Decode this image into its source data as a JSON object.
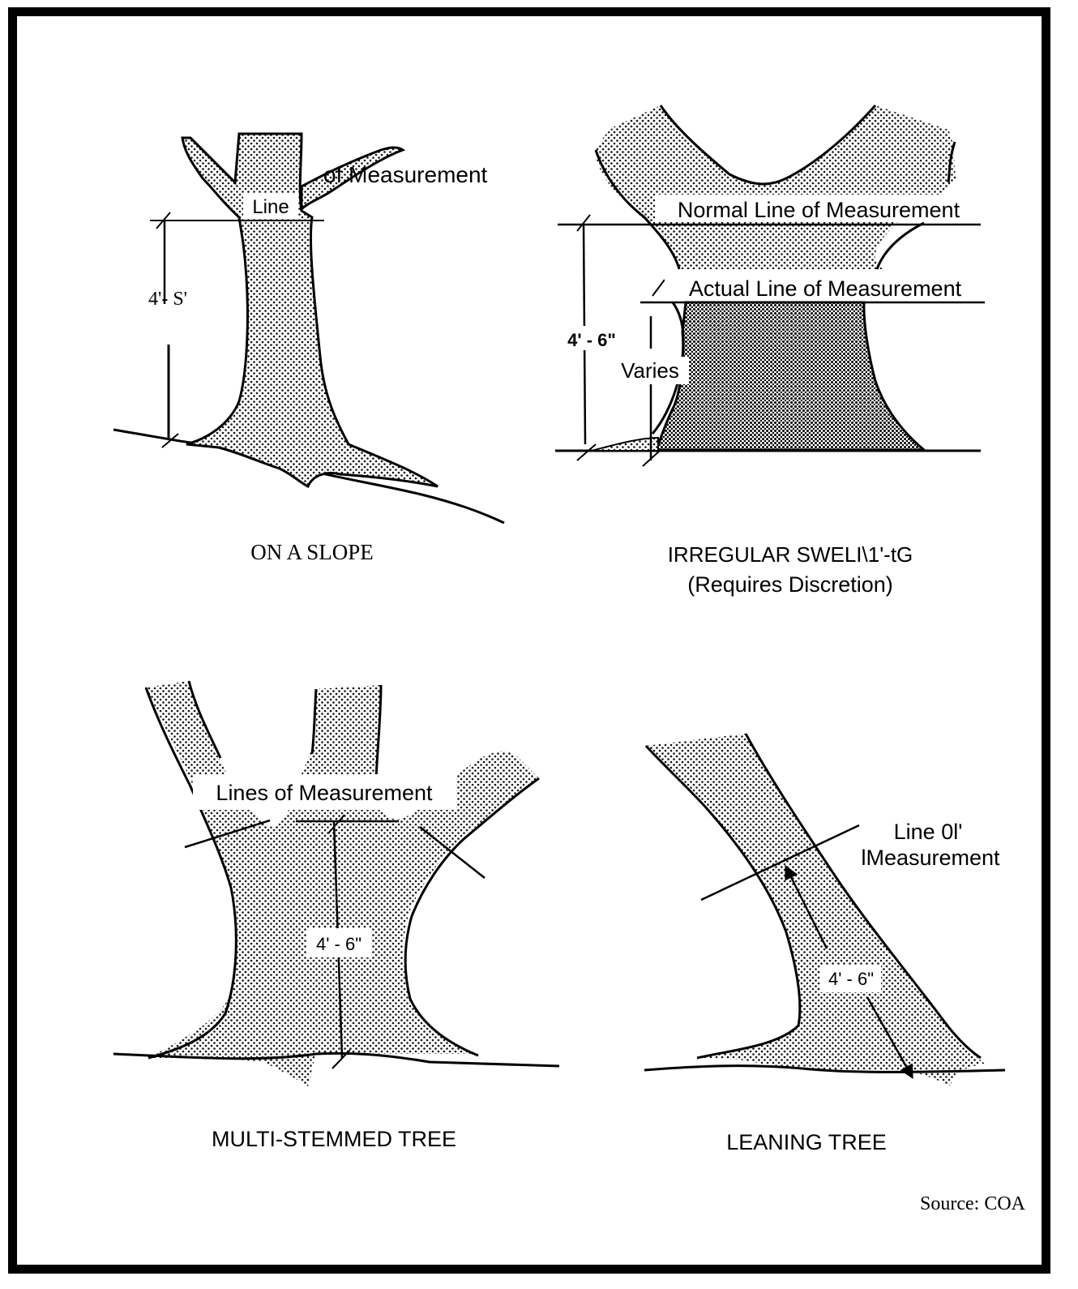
{
  "panels": {
    "slope": {
      "caption": "ON A SLOPE",
      "line_label_1": "of Measurement",
      "line_label_2": "Line",
      "height_label": "4'- S'"
    },
    "swelling": {
      "caption_1": "IRREGULAR SWELI\\1'-tG",
      "caption_2": "(Requires Discretion)",
      "normal_line": "Normal Line of Measurement",
      "actual_line": "Actual Line of Measurement",
      "height_label": "4' - 6\"",
      "varies_label": "Varies"
    },
    "multistem": {
      "caption": "MULTI-STEMMED TREE",
      "lines_label": "Lines of Measurement",
      "height_label": "4' - 6\""
    },
    "leaning": {
      "caption": "LEANING TREE",
      "line_label_1": "Line 0l'",
      "line_label_2": "lMeasurement",
      "height_label": "4' - 6\""
    }
  },
  "source": "Source:  COA",
  "colors": {
    "ink": "#000000",
    "paper": "#ffffff"
  }
}
